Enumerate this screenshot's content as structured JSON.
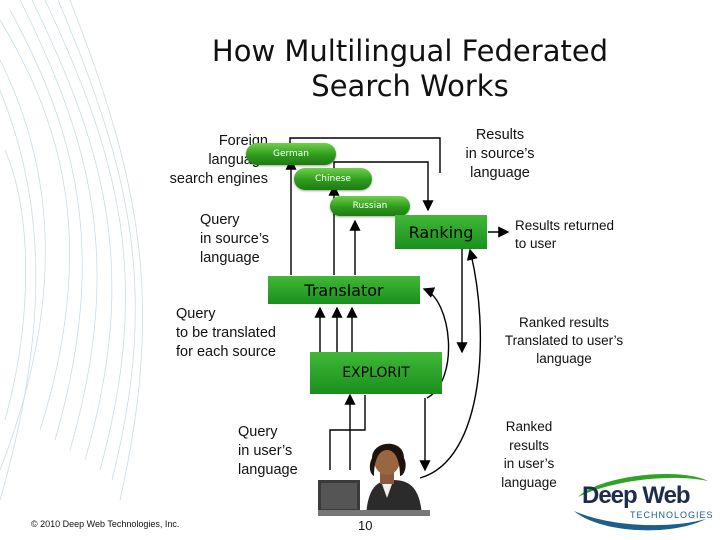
{
  "title": "How Multilingual Federated\nSearch Works",
  "labels": {
    "foreign_engines": "Foreign\nlanguage\nsearch engines",
    "results_source": "Results\nin source’s\nlanguage",
    "query_source": "Query\nin source’s\nlanguage",
    "results_returned": "Results returned\nto user",
    "query_translate": "Query\nto be translated\nfor each source",
    "ranked_translated": "Ranked results\nTranslated to user’s\nlanguage",
    "query_user": "Query\nin user’s\nlanguage",
    "ranked_user": "Ranked\nresults\nin user’s\nlanguage"
  },
  "engines": {
    "german": "German",
    "chinese": "Chinese",
    "russian": "Russian"
  },
  "boxes": {
    "ranking": "Ranking",
    "translator": "Translator",
    "explorit": "EXPLORIT"
  },
  "footer": {
    "copyright": "© 2010 Deep Web Technologies, Inc.",
    "page": "10"
  },
  "logo": {
    "line1": "Deep Web",
    "line2": "TECHNOLOGIES"
  },
  "colors": {
    "accent_green": "#2fa324",
    "logo_blue": "#1d5e8c",
    "logo_navy": "#1c2d4d"
  }
}
